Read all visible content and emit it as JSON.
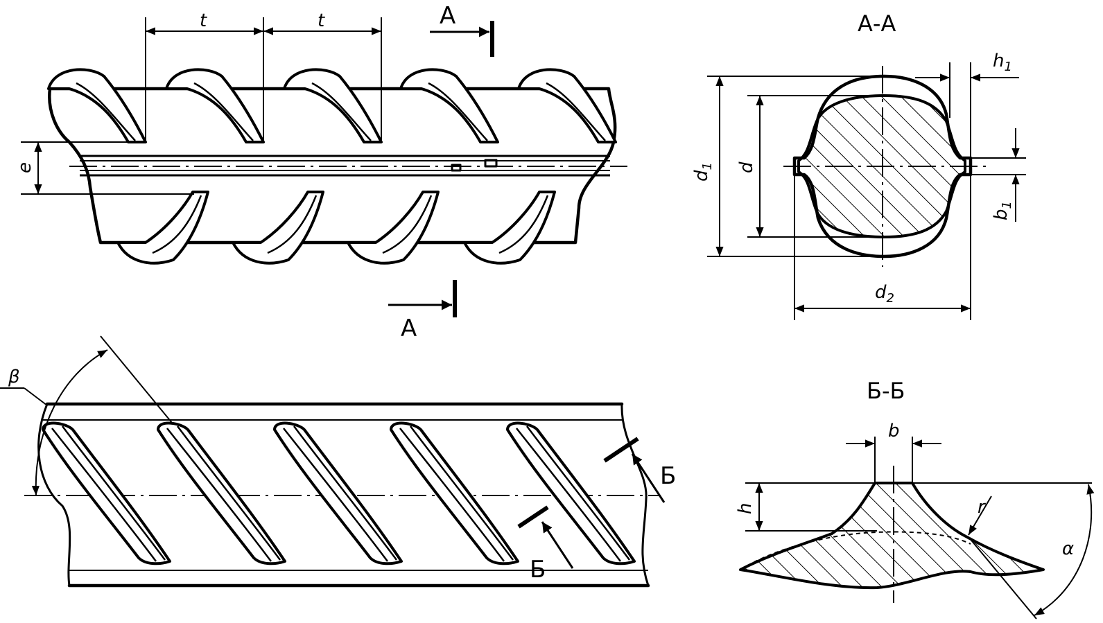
{
  "section_marks": {
    "a_top": "А",
    "a_bottom": "А",
    "b_right": "Б",
    "b_lower": "Б"
  },
  "section_titles": {
    "aa": "А-А",
    "bb": "Б-Б"
  },
  "dimensions": {
    "pitch_1": "t",
    "pitch_2": "t",
    "eccentricity": "e",
    "d1": "d",
    "d1_sub": "1",
    "d": "d",
    "h1": "h",
    "h1_sub": "1",
    "b1": "b",
    "b1_sub": "1",
    "d2": "d",
    "d2_sub": "2",
    "b": "b",
    "h": "h",
    "r": "r",
    "alpha": "α",
    "beta": "β"
  }
}
